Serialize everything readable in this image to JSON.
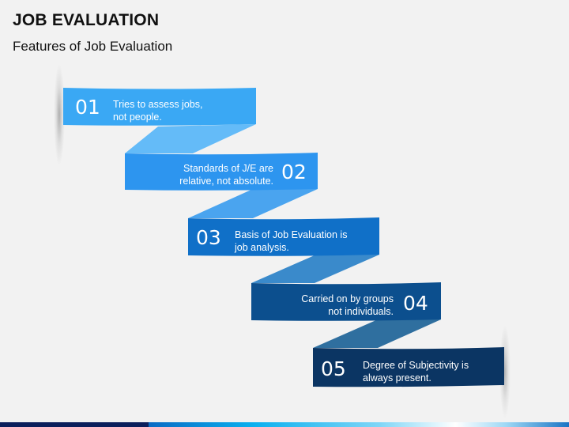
{
  "slide": {
    "title": "JOB EVALUATION",
    "subtitle": "Features of Job Evaluation"
  },
  "items": [
    {
      "number": "01",
      "line1": "Tries to assess jobs,",
      "line2": "not people.",
      "color": "#3aa8f4"
    },
    {
      "number": "02",
      "line1": "Standards of J/E are",
      "line2": "relative, not absolute.",
      "color": "#2d95ef"
    },
    {
      "number": "03",
      "line1": "Basis of Job Evaluation is",
      "line2": "job analysis.",
      "color": "#1070c8"
    },
    {
      "number": "04",
      "line1": "Carried on by groups",
      "line2": "not individuals.",
      "color": "#0c4f8e"
    },
    {
      "number": "05",
      "line1": "Degree of Subjectivity is",
      "line2": "always present.",
      "color": "#0b3563"
    }
  ],
  "connector_colors": [
    "#64bbf8",
    "#4aa4ef",
    "#3a8acb",
    "#2f6f9f"
  ],
  "footer": {
    "dark_color": "#0b1f5c"
  }
}
